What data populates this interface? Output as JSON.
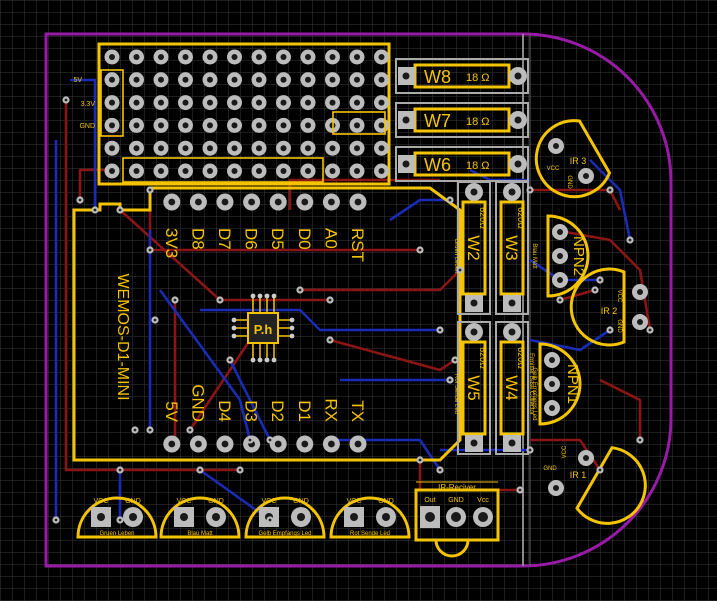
{
  "board": {
    "module_label": "WEMOS-D1-MINI",
    "top_pins": [
      "RST",
      "A0",
      "D0",
      "D5",
      "D6",
      "D7",
      "D8",
      "3V3"
    ],
    "bottom_pins": [
      "TX",
      "RX",
      "D1",
      "D2",
      "D3",
      "D4",
      "GND",
      "5V"
    ],
    "rail_labels": [
      "5V",
      "3.3V",
      "GND"
    ],
    "logo": "P.h"
  },
  "resistors": [
    {
      "id": "W8",
      "value": "18 Ω"
    },
    {
      "id": "W7",
      "value": "18 Ω"
    },
    {
      "id": "W6",
      "value": "18 Ω"
    },
    {
      "id": "W2",
      "value": "620Ω"
    },
    {
      "id": "W3",
      "value": "620Ω"
    },
    {
      "id": "W5",
      "value": "620Ω"
    },
    {
      "id": "W4",
      "value": "620Ω"
    }
  ],
  "resistor_notes": {
    "w2": "Gruen Leben",
    "w3": "Blau Matt",
    "w5": "Rot Sende Led",
    "w4": "Gelb Empfangs Led",
    "npn1_note": "Ermitter Base Collector"
  },
  "transistors": [
    {
      "id": "NPN2"
    },
    {
      "id": "NPN1"
    }
  ],
  "ir_sensors": [
    {
      "id": "IR 3",
      "vcc": "VCC",
      "gnd": "GND"
    },
    {
      "id": "IR 2",
      "vcc": "VCC",
      "gnd": "GND"
    },
    {
      "id": "IR 1",
      "vcc": "VCC",
      "gnd": "GND"
    }
  ],
  "leds": [
    {
      "vcc": "VCC",
      "gnd": "GND",
      "name": "Gruen Leben"
    },
    {
      "vcc": "VCC",
      "gnd": "GND",
      "name": "Blau Matt"
    },
    {
      "vcc": "VCC",
      "gnd": "GND",
      "name": "Gelb Empfangs Led"
    },
    {
      "vcc": "VCC",
      "gnd": "GND",
      "name": "Rot Sende Led"
    }
  ],
  "ir_receiver": {
    "title": "IR-Reciver",
    "pins": [
      "Out",
      "GND",
      "Vcc"
    ]
  },
  "colors": {
    "background": "#000000",
    "grid": "#3a3a3a",
    "silkscreen": "#f5c400",
    "outline": "#9a1aa8",
    "top_copper": "#8b1414",
    "bottom_copper": "#1a2bb5",
    "pad": "#bcbcbc"
  }
}
